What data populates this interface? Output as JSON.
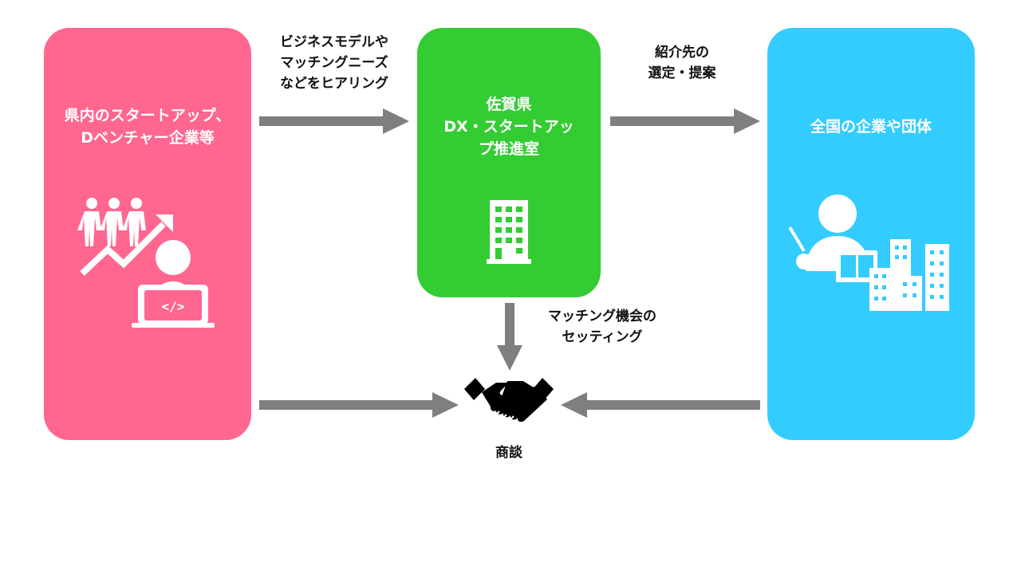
{
  "colors": {
    "left_box": "#ff6690",
    "mid_box": "#33cc33",
    "right_box": "#33ccff",
    "arrow": "#7f7f7f",
    "text": "#111111"
  },
  "boxes": {
    "left": {
      "title": "県内のスタートアップ、\nDベンチャー企業等",
      "icon": "startup-team-icon"
    },
    "mid": {
      "title": "佐賀県\nDX・スタートアッ\nプ推進室",
      "icon": "office-building-icon"
    },
    "right": {
      "title": "全国の企業や団体",
      "icon": "corporate-presentation-icon"
    }
  },
  "arrow_labels": {
    "hearing": "ビジネスモデルや\nマッチングニーズ\nなどをヒアリング",
    "selection": "紹介先の\n選定・提案",
    "matching": "マッチング機会の\nセッティング",
    "negotiation": "商談"
  },
  "center_icon": "handshake-icon"
}
